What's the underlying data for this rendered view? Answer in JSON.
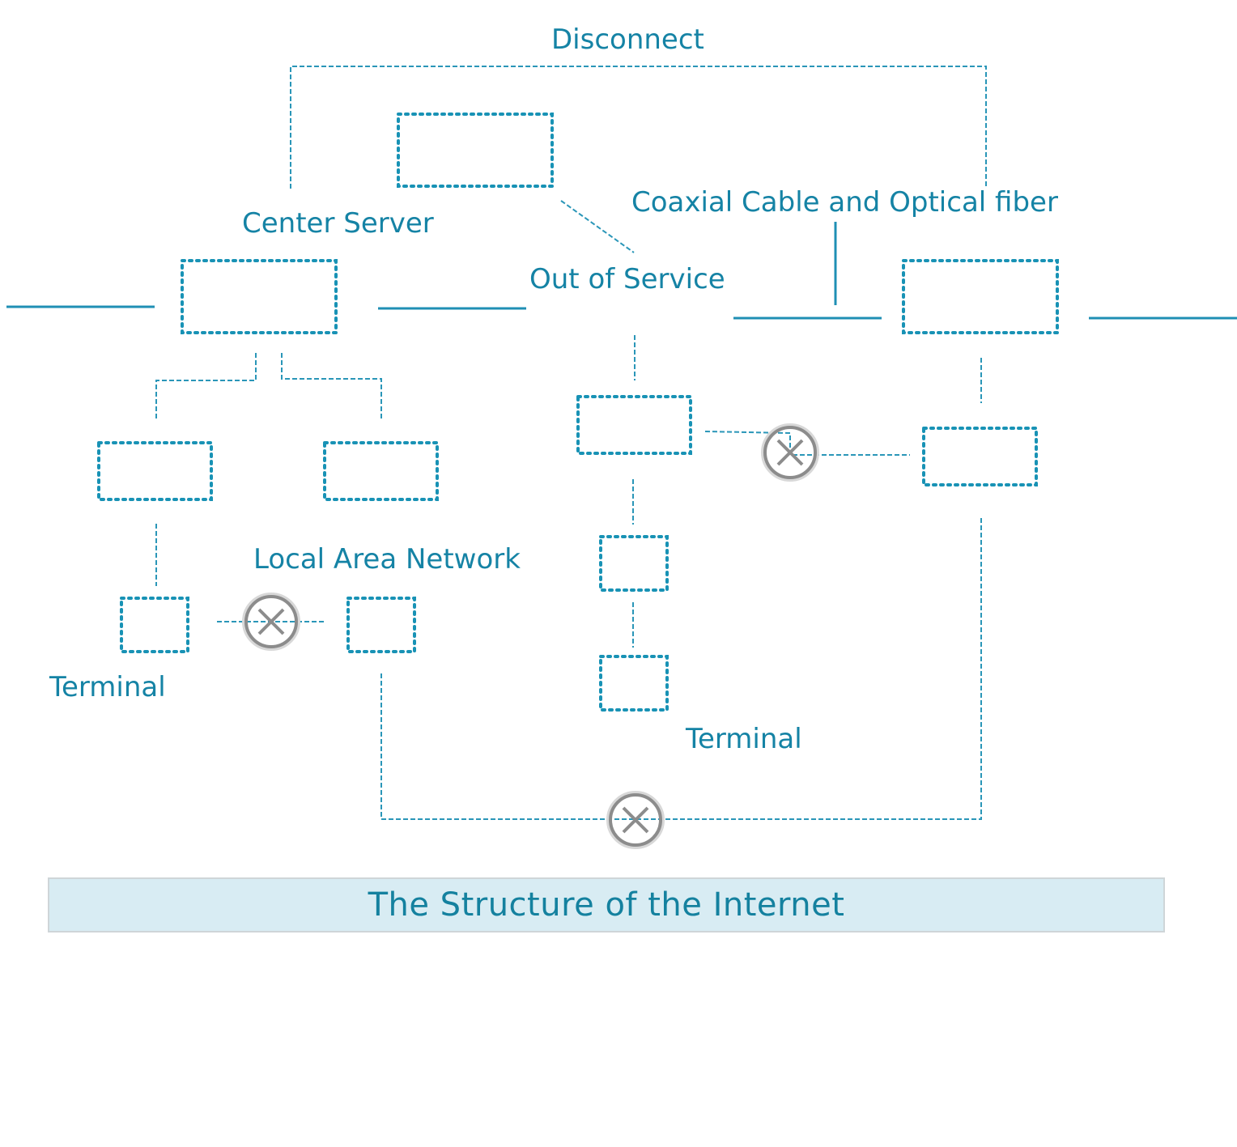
{
  "labels": {
    "disconnect": "Disconnect",
    "center_server": "Center Server",
    "coaxial": "Coaxial Cable and Optical fiber",
    "out_of_service": "Out of Service",
    "lan": "Local Area Network",
    "terminal_left": "Terminal",
    "terminal_right": "Terminal"
  },
  "caption": "The Structure of the Internet",
  "icons": {
    "broken_link": "broken-link-icon"
  },
  "colors": {
    "accent": "#1583a5",
    "caption_bg": "#d8ecf3"
  }
}
